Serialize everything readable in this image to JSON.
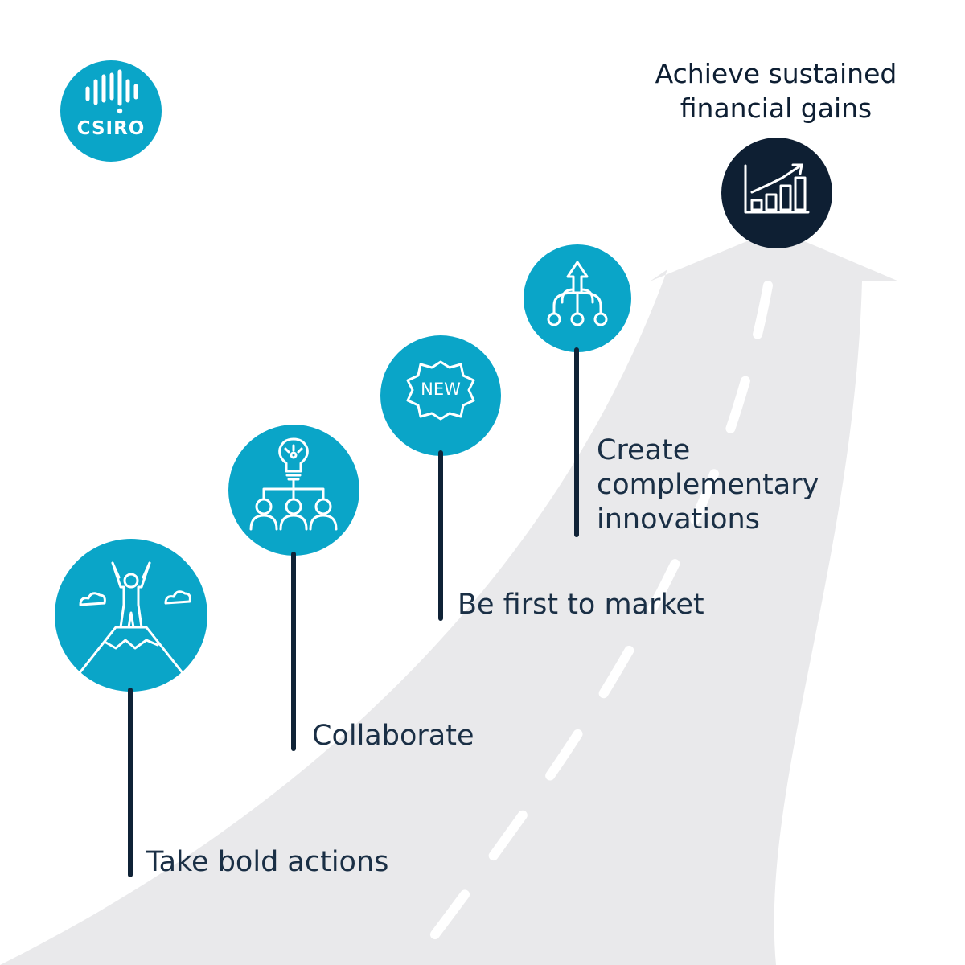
{
  "logo": {
    "text": "CSIRO",
    "icon": "csiro-logo-icon"
  },
  "goal": {
    "title_line1": "Achieve sustained",
    "title_line2": "financial gains",
    "icon": "growth-chart-icon"
  },
  "steps": [
    {
      "label_lines": [
        "Take bold actions"
      ],
      "icon": "mountain-summit-person-icon"
    },
    {
      "label_lines": [
        "Collaborate"
      ],
      "icon": "lightbulb-team-icon"
    },
    {
      "label_lines": [
        "Be first to market"
      ],
      "icon": "new-badge-icon",
      "badge_text": "NEW"
    },
    {
      "label_lines": [
        "Create",
        "complementary",
        "innovations"
      ],
      "icon": "branching-arrow-icon"
    }
  ],
  "colors": {
    "accent": "#0aa5c8",
    "navy": "#0e1f33",
    "text": "#1a2f45",
    "road": "#e9e9eb",
    "road_dash": "#ffffff"
  }
}
